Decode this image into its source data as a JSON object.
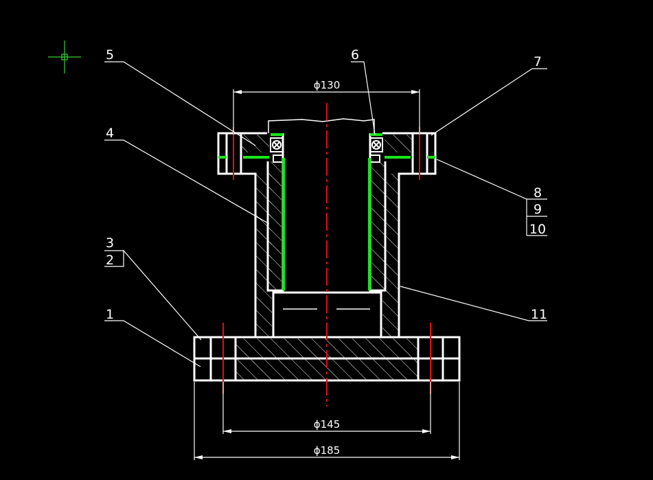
{
  "colors": {
    "background": "#000000",
    "line": "#ffffff",
    "centerline": "#e01010",
    "highlight": "#19e619",
    "crosshair": "#3ad13a"
  },
  "drawing": {
    "callouts": {
      "c1": "1",
      "c2": "2",
      "c3": "3",
      "c4": "4",
      "c5": "5",
      "c6": "6",
      "c7": "7",
      "c8": "8",
      "c9": "9",
      "c10": "10",
      "c11": "11"
    },
    "dimensions": {
      "d130": "ϕ130",
      "d145": "ϕ145",
      "d185": "ϕ185"
    }
  },
  "cursor": {
    "icon": "crosshair-cursor-icon"
  }
}
